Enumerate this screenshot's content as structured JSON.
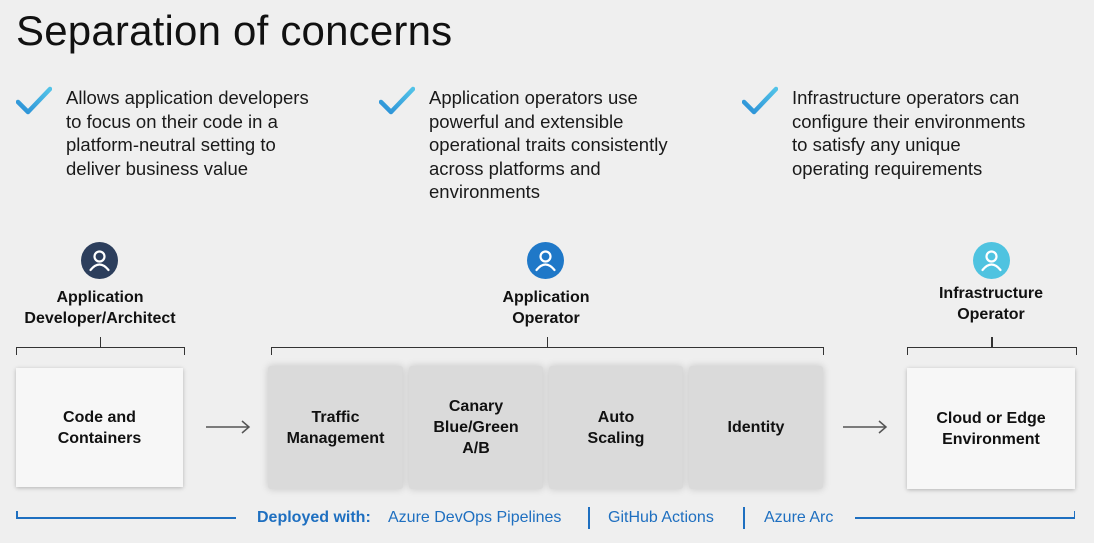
{
  "title": "Separation of concerns",
  "bullets": [
    {
      "text": "Allows application developers to focus on their code in a platform-neutral setting to deliver business value"
    },
    {
      "text": "Application operators use powerful and extensible operational traits consistently across platforms and environments"
    },
    {
      "text": "Infrastructure operators can configure their environments to satisfy any unique operating requirements"
    }
  ],
  "roles": {
    "developer": {
      "line1": "Application",
      "line2": "Developer/Architect",
      "color": "#2c3e5c"
    },
    "operator": {
      "line1": "Application",
      "line2": "Operator",
      "color": "#1f78c8"
    },
    "infra": {
      "line1": "Infrastructure",
      "line2": "Operator",
      "color": "#4fc3e0"
    }
  },
  "boxes": {
    "code": {
      "line1": "Code and",
      "line2": "Containers"
    },
    "traffic": {
      "line1": "Traffic",
      "line2": "Management"
    },
    "canary": {
      "line1": "Canary",
      "line2": "Blue/Green",
      "line3": "A/B"
    },
    "auto": {
      "line1": "Auto",
      "line2": "Scaling"
    },
    "identity": {
      "line1": "Identity"
    },
    "cloud": {
      "line1": "Cloud or Edge",
      "line2": "Environment"
    }
  },
  "footer": {
    "label": "Deployed with:",
    "items": [
      "Azure DevOps Pipelines",
      "GitHub Actions",
      "Azure Arc"
    ]
  },
  "colors": {
    "check": "#3aa0d8",
    "accent": "#1e6fc0"
  }
}
